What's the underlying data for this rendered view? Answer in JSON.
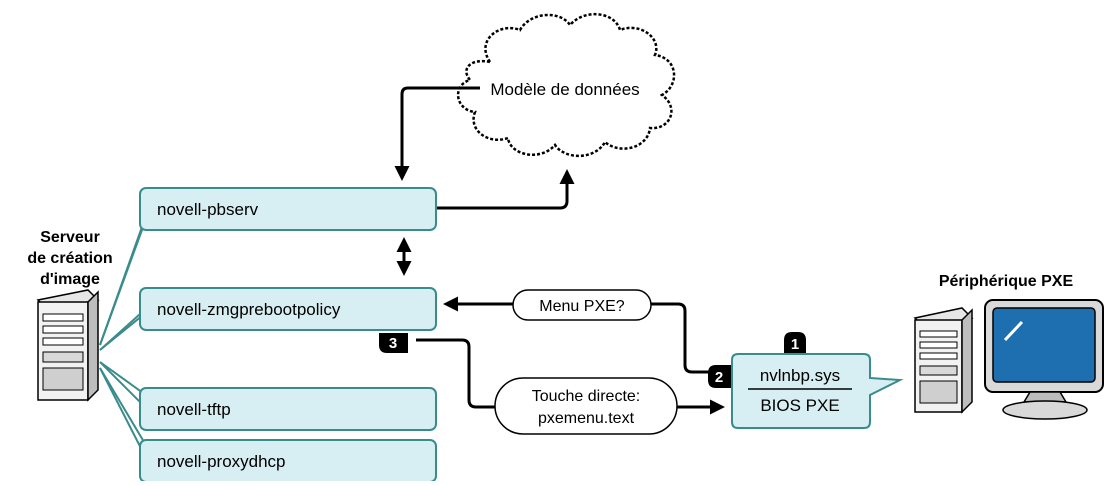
{
  "colors": {
    "box_fill": "#d7eef2",
    "box_stroke": "#3a8c8c",
    "line": "#000000",
    "badge": "#000000"
  },
  "server": {
    "title_line1": "Serveur",
    "title_line2": "de création",
    "title_line3": "d'image",
    "icon": "server-tower-icon"
  },
  "services": [
    {
      "label": "novell-pbserv"
    },
    {
      "label": "novell-zmgprebootpolicy"
    },
    {
      "label": "novell-tftp"
    },
    {
      "label": "novell-proxydhcp"
    }
  ],
  "cloud": {
    "label": "Modèle de données",
    "icon": "cloud-icon"
  },
  "bubbles": {
    "menu": "Menu PXE?",
    "direct_line1": "Touche directe:",
    "direct_line2": "pxemenu.text"
  },
  "pxe_box": {
    "top": "nvlnbp.sys",
    "bottom": "BIOS PXE"
  },
  "device": {
    "title": "Périphérique PXE",
    "icon": "computer-monitor-icon"
  },
  "badges": [
    "1",
    "2",
    "3"
  ]
}
